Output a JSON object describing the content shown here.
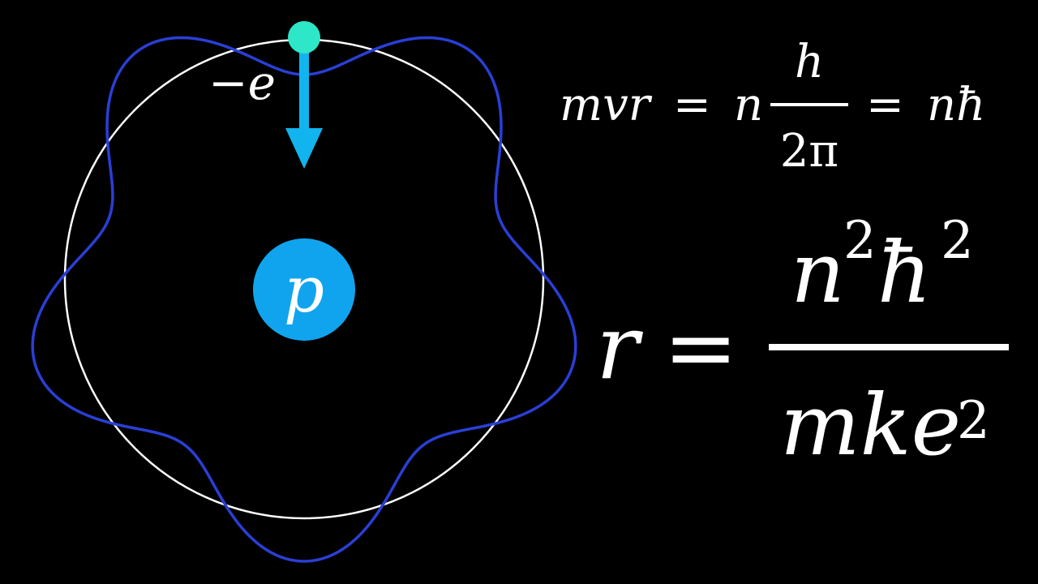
{
  "diagram": {
    "electron_label": "−e",
    "proton_label": "p",
    "colors": {
      "background": "#000000",
      "orbit": "#ffffff",
      "standing_wave": "#2a3fd6",
      "proton": "#11a4ee",
      "electron": "#2ee6c8",
      "force_arrow": "#11b4ee"
    },
    "standing_wave_nodes": 5
  },
  "equations": {
    "quantization": {
      "lhs": "mvr",
      "eq1": "=",
      "coef": "n",
      "frac_num": "h",
      "frac_den": "2π",
      "eq2": "=",
      "rhs": "nħ"
    },
    "radius": {
      "lhs": "r",
      "eq": "=",
      "num_base1": "n",
      "num_exp1": "2",
      "num_base2": "ħ",
      "num_exp2": "2",
      "den_base": "mke",
      "den_exp": "2"
    }
  }
}
